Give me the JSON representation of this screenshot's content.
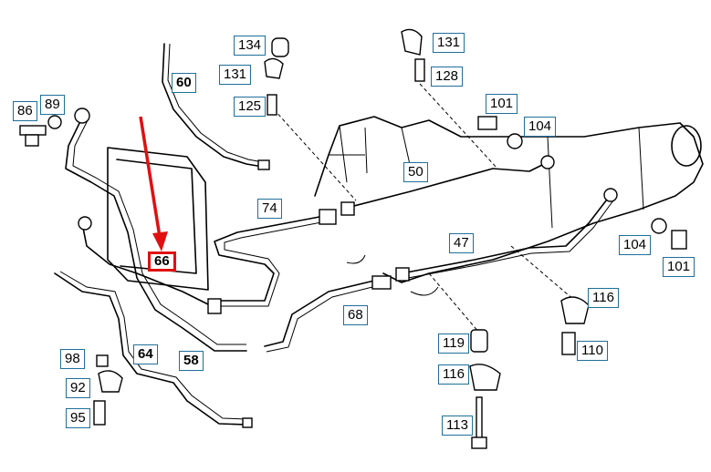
{
  "diagram": {
    "labels": {
      "n86": "86",
      "n89": "89",
      "n60": "60",
      "n134": "134",
      "n131a": "131",
      "n125": "125",
      "n131b": "131",
      "n128": "128",
      "n101a": "101",
      "n104a": "104",
      "n50": "50",
      "n74": "74",
      "n66": "66",
      "n47": "47",
      "n104b": "104",
      "n101b": "101",
      "n68": "68",
      "n116a": "116",
      "n119": "119",
      "n110": "110",
      "n98": "98",
      "n64": "64",
      "n58": "58",
      "n92": "92",
      "n116b": "116",
      "n95": "95",
      "n113": "113"
    },
    "highlight": {
      "color": "#e01010"
    },
    "label_border_color": "#1f6f9a"
  }
}
